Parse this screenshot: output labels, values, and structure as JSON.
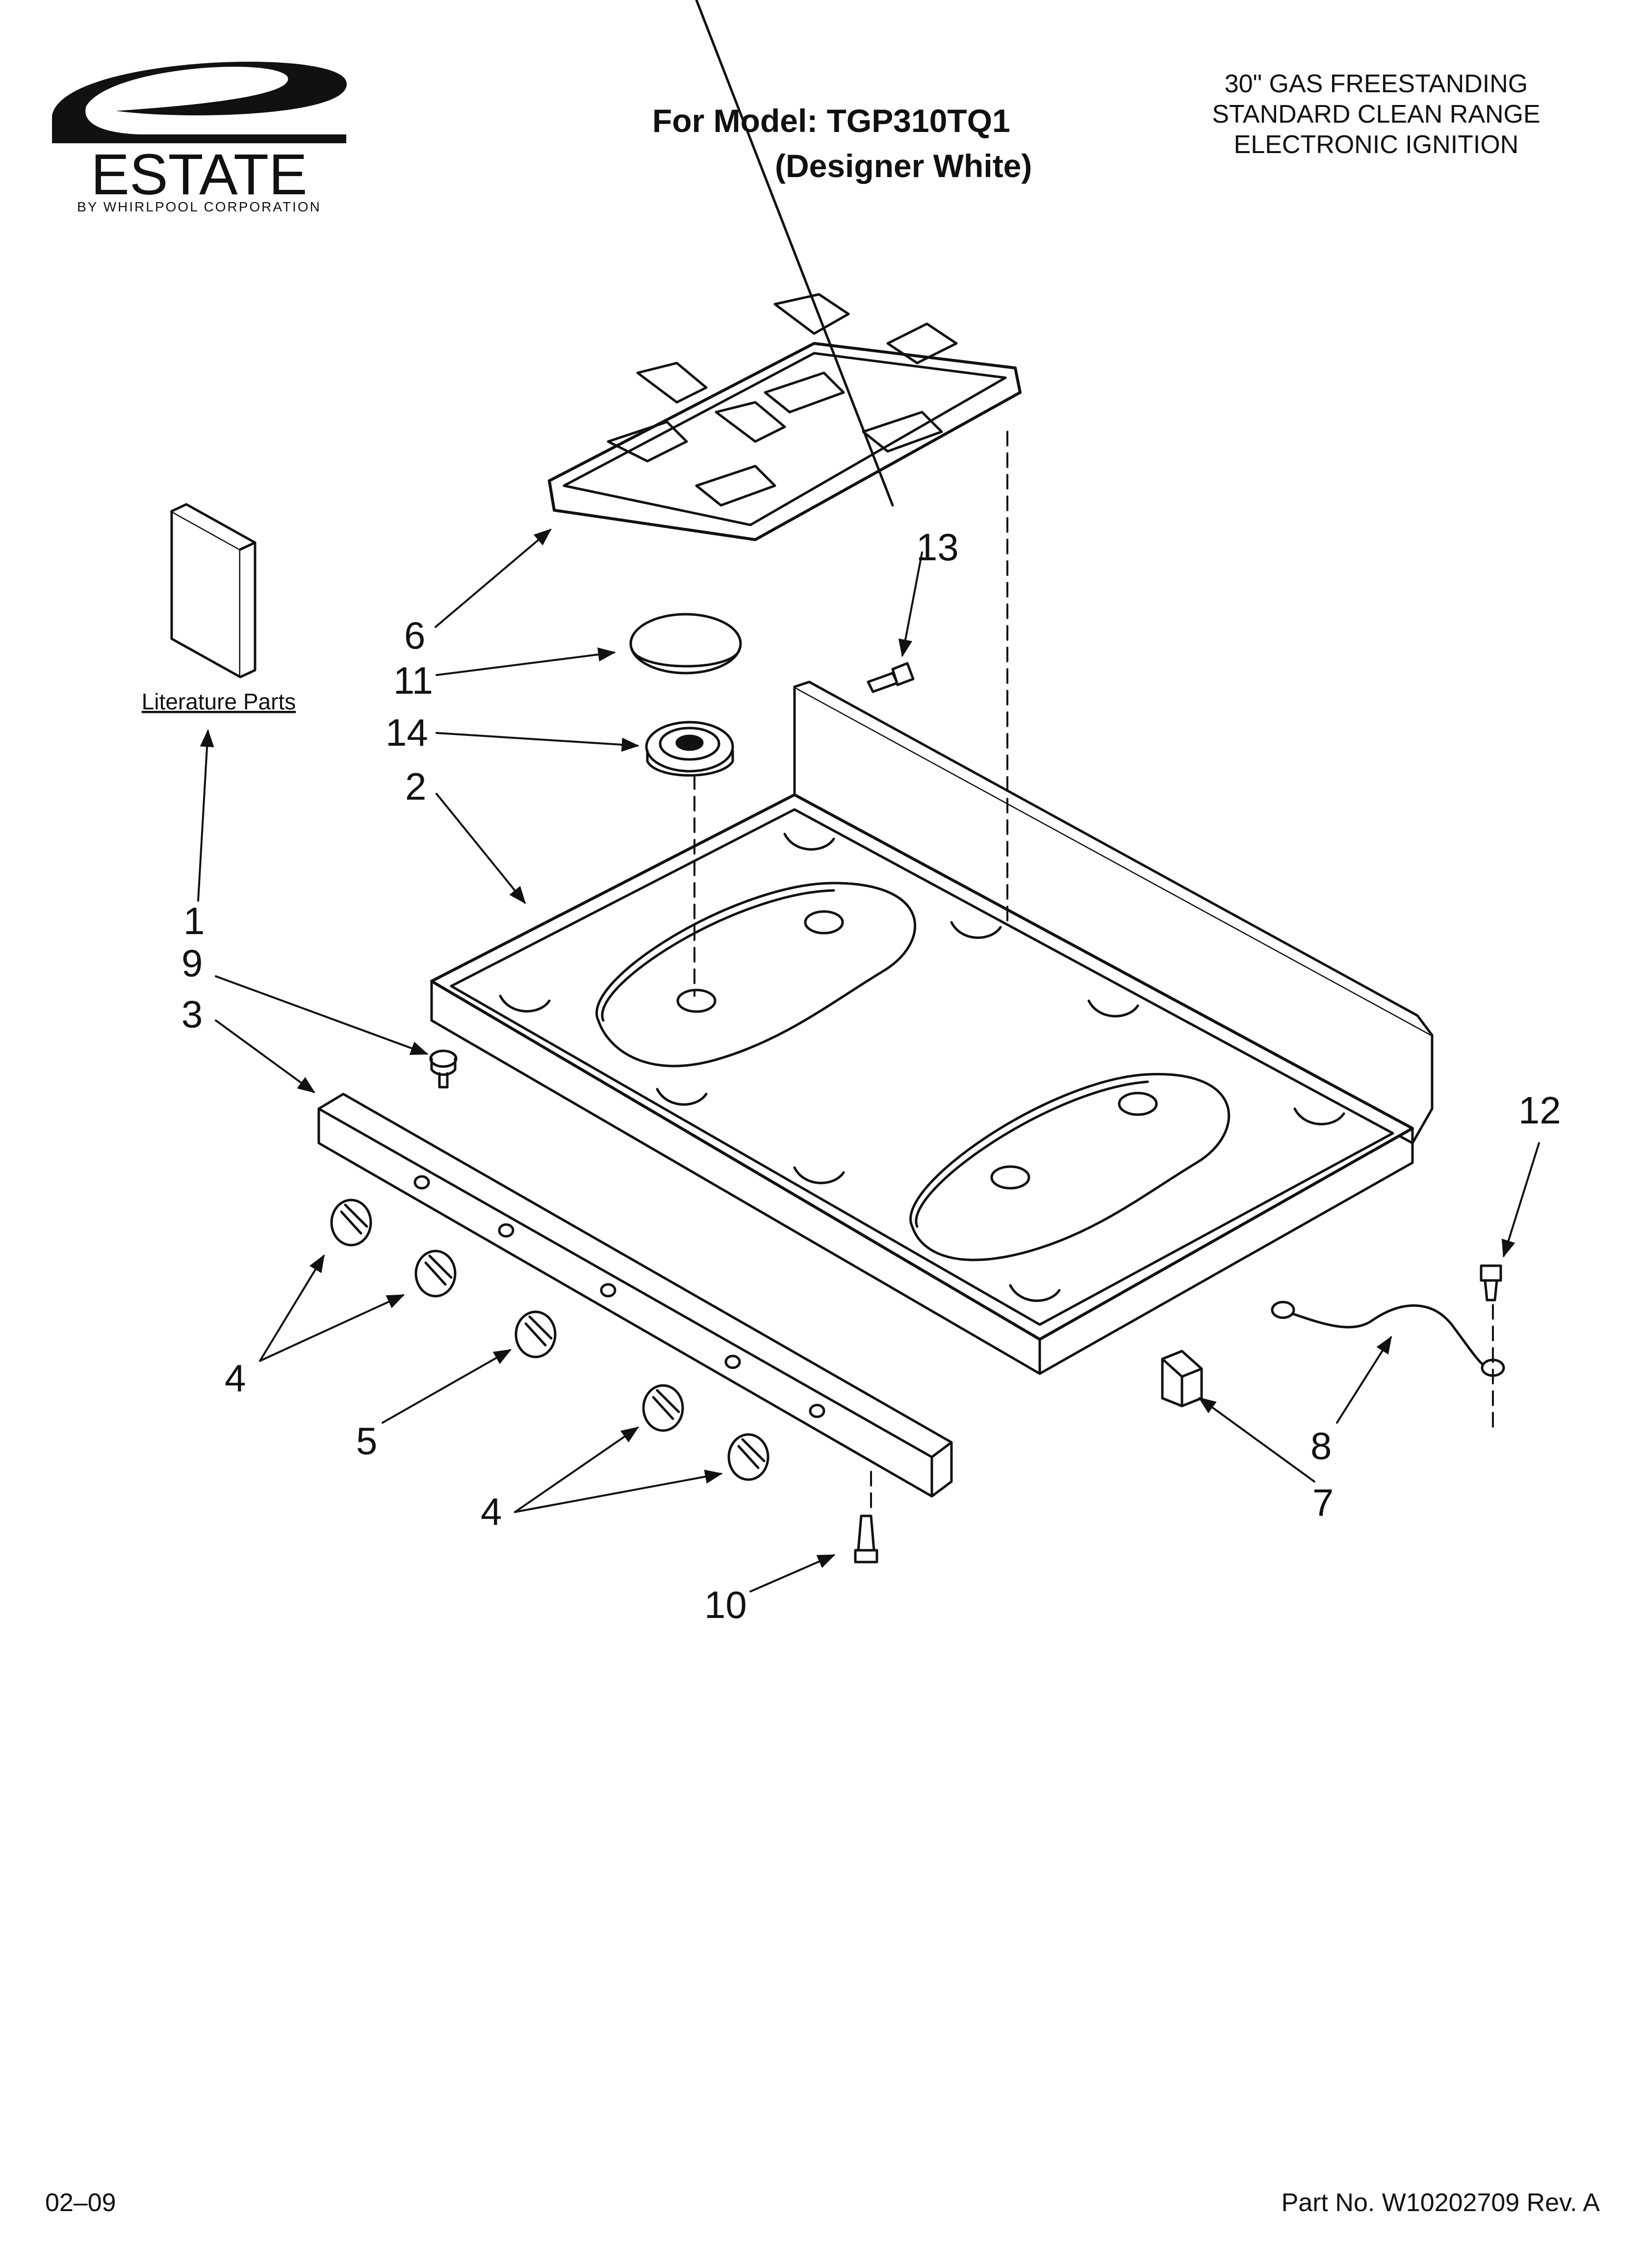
{
  "header": {
    "brand_name": "ESTATE",
    "brand_sub": "BY WHIRLPOOL CORPORATION",
    "model_line1": "For Model: TGP310TQ1",
    "model_line2": "(Designer White)",
    "desc_line1": "30\" GAS FREESTANDING",
    "desc_line2": "STANDARD CLEAN RANGE",
    "desc_line3": "ELECTRONIC IGNITION"
  },
  "footer": {
    "date": "02–09",
    "part_number": "Part No. W10202709 Rev. A"
  },
  "diagram": {
    "literature_label": "Literature Parts",
    "callouts": {
      "c1": "1",
      "c2": "2",
      "c3": "3",
      "c4a": "4",
      "c4b": "4",
      "c5": "5",
      "c6": "6",
      "c7": "7",
      "c8": "8",
      "c9": "9",
      "c10": "10",
      "c11": "11",
      "c12": "12",
      "c13": "13",
      "c14": "14"
    }
  },
  "colors": {
    "ink": "#111111",
    "paper": "#ffffff"
  }
}
